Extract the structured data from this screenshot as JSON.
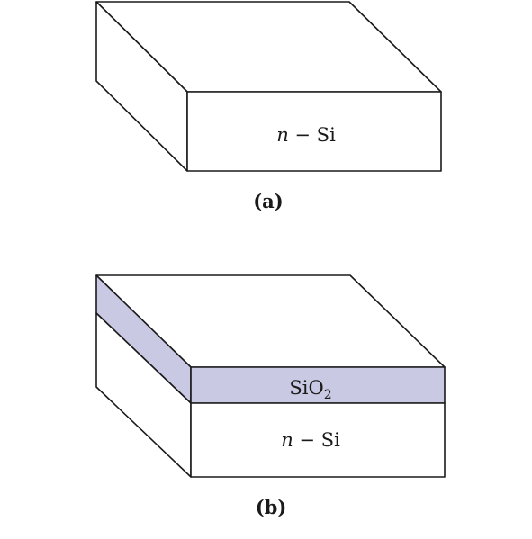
{
  "diagram_a": {
    "label_italic": "n",
    "label_rest": " − Si",
    "caption": "(a)"
  },
  "diagram_b": {
    "oxide_label_main": "SiO",
    "oxide_label_sub": "2",
    "label_italic": "n",
    "label_rest": " − Si",
    "caption": "(b)"
  },
  "colors": {
    "oxide_fill": "#c9c9e3",
    "outline": "#1a1a1a",
    "background": "#ffffff"
  }
}
